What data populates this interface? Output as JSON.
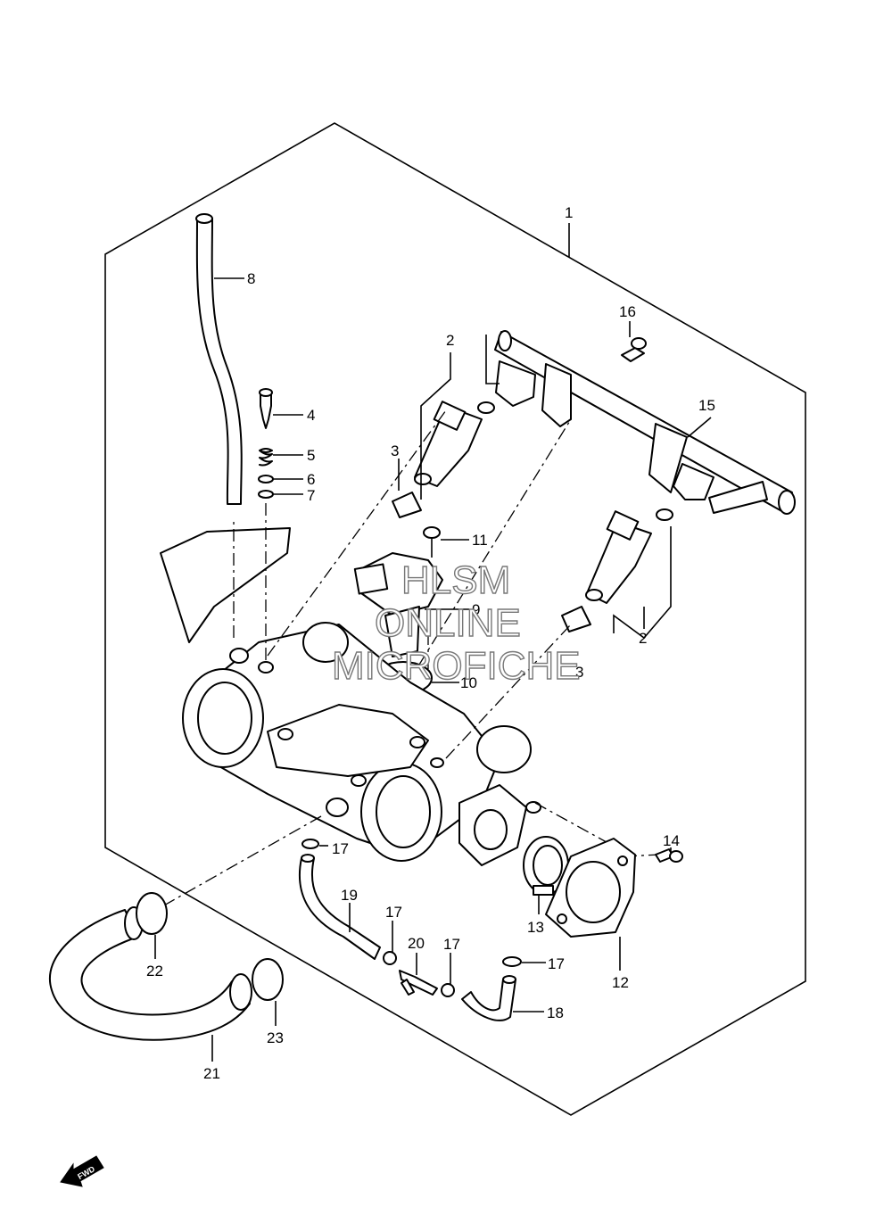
{
  "callouts": {
    "c1": "1",
    "c2a": "2",
    "c2b": "2",
    "c3a": "3",
    "c3b": "3",
    "c4": "4",
    "c5": "5",
    "c6": "6",
    "c7": "7",
    "c8": "8",
    "c9": "9",
    "c10": "10",
    "c11": "11",
    "c12": "12",
    "c13": "13",
    "c14": "14",
    "c15": "15",
    "c16": "16",
    "c17a": "17",
    "c17b": "17",
    "c17c": "17",
    "c17d": "17",
    "c18": "18",
    "c19": "19",
    "c20": "20",
    "c21": "21",
    "c22": "22",
    "c23": "23"
  },
  "watermark": {
    "line1": "HLSM",
    "line2": "ONLINE",
    "line3": "MICROFICHE"
  },
  "fwd_badge": "FWD"
}
